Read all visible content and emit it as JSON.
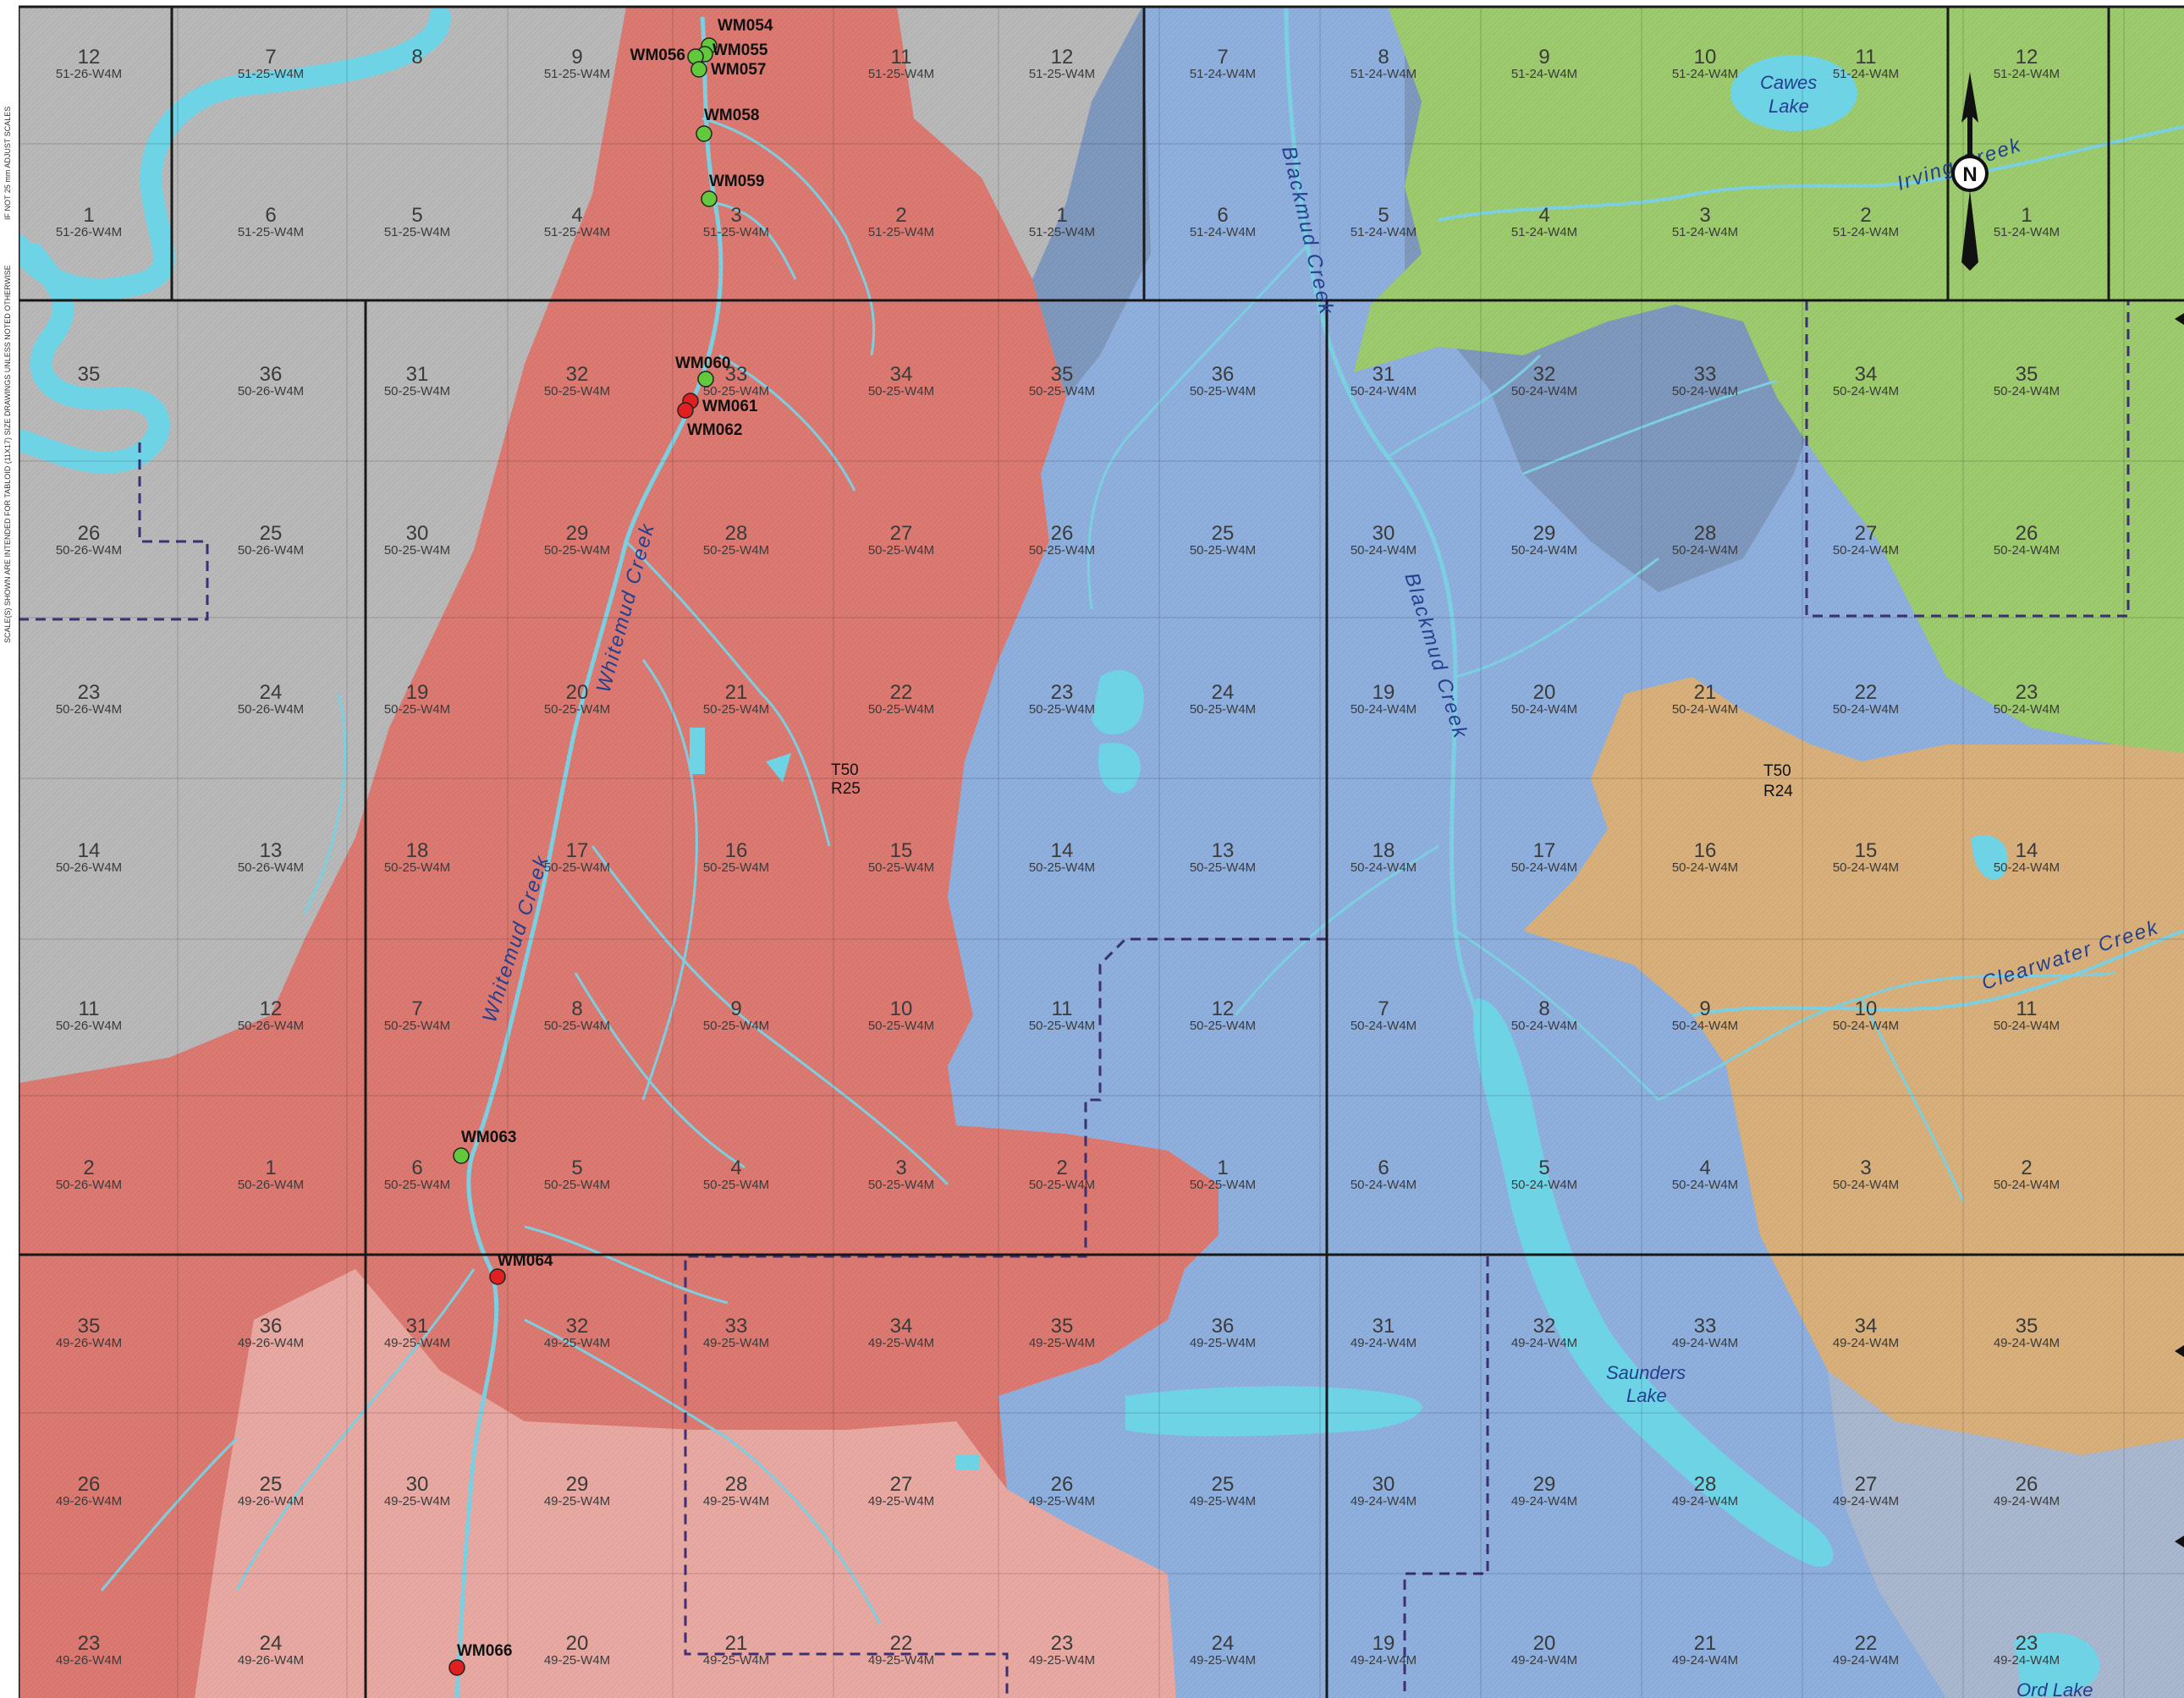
{
  "map": {
    "colors": {
      "grey_zone": "#b9b9b9",
      "red_zone": "#dc7a72",
      "light_red_zone": "#e9a9a3",
      "blue_zone": "#8fb0de",
      "dark_blue_zone": "#7f98bd",
      "green_zone": "#9dcb6e",
      "orange_zone": "#d9b07c",
      "water": "#6fd3e6",
      "stream": "#7ccfe0",
      "grid": "#1a1a1a",
      "boundary_dash": "#3d2f73",
      "site_green": "#62c83c",
      "site_red": "#e02020"
    },
    "side_notes": [
      "IF NOT 25 mm ADJUST SCALES",
      "SCALE(S) SHOWN ARE INTENDED FOR TABLOID (11X17) SIZE DRAWINGS UNLESS NOTED OTHERWISE"
    ],
    "north_arrow": {
      "label": "N"
    },
    "township_labels": [
      {
        "line1": "T50",
        "line2": "R25"
      },
      {
        "line1": "T50",
        "line2": "R24"
      }
    ],
    "creeks": [
      {
        "name": "Whitemud Creek"
      },
      {
        "name": "Whitemud Creek"
      },
      {
        "name": "Blackmud Creek"
      },
      {
        "name": "Blackmud Creek"
      },
      {
        "name": "Irving Creek"
      },
      {
        "name": "Clearwater Creek"
      }
    ],
    "lakes": [
      {
        "line1": "Cawes",
        "line2": "Lake"
      },
      {
        "line1": "Saunders",
        "line2": "Lake"
      },
      {
        "line1": "Ord Lake",
        "line2": ""
      }
    ],
    "sites": [
      {
        "id": "WM054",
        "status": "green"
      },
      {
        "id": "WM055",
        "status": "green"
      },
      {
        "id": "WM056",
        "status": "green"
      },
      {
        "id": "WM057",
        "status": "green"
      },
      {
        "id": "WM058",
        "status": "green"
      },
      {
        "id": "WM059",
        "status": "green"
      },
      {
        "id": "WM060",
        "status": "green"
      },
      {
        "id": "WM061",
        "status": "red"
      },
      {
        "id": "WM062",
        "status": "red"
      },
      {
        "id": "WM063",
        "status": "green"
      },
      {
        "id": "WM064",
        "status": "red"
      },
      {
        "id": "WM066",
        "status": "red"
      }
    ],
    "sections": [
      [
        "12",
        "51-26-W4M"
      ],
      [
        "7",
        "51-25-W4M"
      ],
      [
        "8",
        ""
      ],
      [
        "9",
        "51-25-W4M"
      ],
      [
        "",
        ""
      ],
      [
        "11",
        "51-25-W4M"
      ],
      [
        "12",
        "51-25-W4M"
      ],
      [
        "7",
        "51-24-W4M"
      ],
      [
        "8",
        "51-24-W4M"
      ],
      [
        "9",
        "51-24-W4M"
      ],
      [
        "10",
        "51-24-W4M"
      ],
      [
        "11",
        "51-24-W4M"
      ],
      [
        "12",
        "51-24-W4M"
      ],
      [
        "1",
        "51-26-W4M"
      ],
      [
        "6",
        "51-25-W4M"
      ],
      [
        "5",
        "51-25-W4M"
      ],
      [
        "4",
        "51-25-W4M"
      ],
      [
        "3",
        "51-25-W4M"
      ],
      [
        "2",
        "51-25-W4M"
      ],
      [
        "1",
        "51-25-W4M"
      ],
      [
        "6",
        "51-24-W4M"
      ],
      [
        "5",
        "51-24-W4M"
      ],
      [
        "4",
        "51-24-W4M"
      ],
      [
        "3",
        "51-24-W4M"
      ],
      [
        "2",
        "51-24-W4M"
      ],
      [
        "1",
        "51-24-W4M"
      ],
      [
        "35",
        ""
      ],
      [
        "36",
        "50-26-W4M"
      ],
      [
        "31",
        "50-25-W4M"
      ],
      [
        "32",
        "50-25-W4M"
      ],
      [
        "33",
        "50-25-W4M"
      ],
      [
        "34",
        "50-25-W4M"
      ],
      [
        "35",
        "50-25-W4M"
      ],
      [
        "36",
        "50-25-W4M"
      ],
      [
        "31",
        "50-24-W4M"
      ],
      [
        "32",
        "50-24-W4M"
      ],
      [
        "33",
        "50-24-W4M"
      ],
      [
        "34",
        "50-24-W4M"
      ],
      [
        "35",
        "50-24-W4M"
      ],
      [
        "26",
        "50-26-W4M"
      ],
      [
        "25",
        "50-26-W4M"
      ],
      [
        "30",
        "50-25-W4M"
      ],
      [
        "29",
        "50-25-W4M"
      ],
      [
        "28",
        "50-25-W4M"
      ],
      [
        "27",
        "50-25-W4M"
      ],
      [
        "26",
        "50-25-W4M"
      ],
      [
        "25",
        "50-25-W4M"
      ],
      [
        "30",
        "50-24-W4M"
      ],
      [
        "29",
        "50-24-W4M"
      ],
      [
        "28",
        "50-24-W4M"
      ],
      [
        "27",
        "50-24-W4M"
      ],
      [
        "26",
        "50-24-W4M"
      ],
      [
        "23",
        "50-26-W4M"
      ],
      [
        "24",
        "50-26-W4M"
      ],
      [
        "19",
        "50-25-W4M"
      ],
      [
        "20",
        "50-25-W4M"
      ],
      [
        "21",
        "50-25-W4M"
      ],
      [
        "22",
        "50-25-W4M"
      ],
      [
        "23",
        "50-25-W4M"
      ],
      [
        "24",
        "50-25-W4M"
      ],
      [
        "19",
        "50-24-W4M"
      ],
      [
        "20",
        "50-24-W4M"
      ],
      [
        "21",
        "50-24-W4M"
      ],
      [
        "22",
        "50-24-W4M"
      ],
      [
        "23",
        "50-24-W4M"
      ],
      [
        "14",
        "50-26-W4M"
      ],
      [
        "13",
        "50-26-W4M"
      ],
      [
        "18",
        "50-25-W4M"
      ],
      [
        "17",
        "50-25-W4M"
      ],
      [
        "16",
        "50-25-W4M"
      ],
      [
        "15",
        "50-25-W4M"
      ],
      [
        "14",
        "50-25-W4M"
      ],
      [
        "13",
        "50-25-W4M"
      ],
      [
        "18",
        "50-24-W4M"
      ],
      [
        "17",
        "50-24-W4M"
      ],
      [
        "16",
        "50-24-W4M"
      ],
      [
        "15",
        "50-24-W4M"
      ],
      [
        "14",
        "50-24-W4M"
      ],
      [
        "11",
        "50-26-W4M"
      ],
      [
        "12",
        "50-26-W4M"
      ],
      [
        "7",
        "50-25-W4M"
      ],
      [
        "8",
        "50-25-W4M"
      ],
      [
        "9",
        "50-25-W4M"
      ],
      [
        "10",
        "50-25-W4M"
      ],
      [
        "11",
        "50-25-W4M"
      ],
      [
        "12",
        "50-25-W4M"
      ],
      [
        "7",
        "50-24-W4M"
      ],
      [
        "8",
        "50-24-W4M"
      ],
      [
        "9",
        "50-24-W4M"
      ],
      [
        "10",
        "50-24-W4M"
      ],
      [
        "11",
        "50-24-W4M"
      ],
      [
        "2",
        "50-26-W4M"
      ],
      [
        "1",
        "50-26-W4M"
      ],
      [
        "6",
        "50-25-W4M"
      ],
      [
        "5",
        "50-25-W4M"
      ],
      [
        "4",
        "50-25-W4M"
      ],
      [
        "3",
        "50-25-W4M"
      ],
      [
        "2",
        "50-25-W4M"
      ],
      [
        "1",
        "50-25-W4M"
      ],
      [
        "6",
        "50-24-W4M"
      ],
      [
        "5",
        "50-24-W4M"
      ],
      [
        "4",
        "50-24-W4M"
      ],
      [
        "3",
        "50-24-W4M"
      ],
      [
        "2",
        "50-24-W4M"
      ],
      [
        "35",
        "49-26-W4M"
      ],
      [
        "36",
        "49-26-W4M"
      ],
      [
        "31",
        "49-25-W4M"
      ],
      [
        "32",
        "49-25-W4M"
      ],
      [
        "33",
        "49-25-W4M"
      ],
      [
        "34",
        "49-25-W4M"
      ],
      [
        "35",
        "49-25-W4M"
      ],
      [
        "36",
        "49-25-W4M"
      ],
      [
        "31",
        "49-24-W4M"
      ],
      [
        "32",
        "49-24-W4M"
      ],
      [
        "33",
        "49-24-W4M"
      ],
      [
        "34",
        "49-24-W4M"
      ],
      [
        "35",
        "49-24-W4M"
      ],
      [
        "26",
        "49-26-W4M"
      ],
      [
        "25",
        "49-26-W4M"
      ],
      [
        "30",
        "49-25-W4M"
      ],
      [
        "29",
        "49-25-W4M"
      ],
      [
        "28",
        "49-25-W4M"
      ],
      [
        "27",
        "49-25-W4M"
      ],
      [
        "26",
        "49-25-W4M"
      ],
      [
        "25",
        "49-25-W4M"
      ],
      [
        "30",
        "49-24-W4M"
      ],
      [
        "29",
        "49-24-W4M"
      ],
      [
        "28",
        "49-24-W4M"
      ],
      [
        "27",
        "49-24-W4M"
      ],
      [
        "26",
        "49-24-W4M"
      ],
      [
        "23",
        "49-26-W4M"
      ],
      [
        "24",
        "49-26-W4M"
      ],
      [
        "",
        ""
      ],
      [
        "20",
        "49-25-W4M"
      ],
      [
        "21",
        "49-25-W4M"
      ],
      [
        "22",
        "49-25-W4M"
      ],
      [
        "23",
        "49-25-W4M"
      ],
      [
        "24",
        "49-25-W4M"
      ],
      [
        "19",
        "49-24-W4M"
      ],
      [
        "20",
        "49-24-W4M"
      ],
      [
        "21",
        "49-24-W4M"
      ],
      [
        "22",
        "49-24-W4M"
      ],
      [
        "23",
        "49-24-W4M"
      ]
    ]
  }
}
